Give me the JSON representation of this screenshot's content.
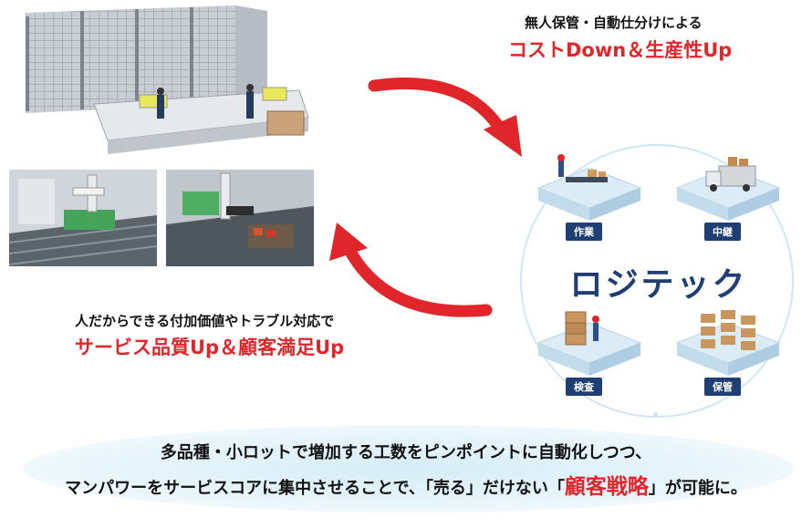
{
  "top_caption": {
    "line1": "無人保管・自動仕分けによる",
    "line2": "コストDown＆生産性Up"
  },
  "left_caption": {
    "line1": "人だからできる付加価値やトラブル対応で",
    "line2": "サービス品質Up＆顧客満足Up"
  },
  "center_label": "ロジテック",
  "tiles": [
    {
      "label": "作業",
      "icon": "conveyor-worker-icon"
    },
    {
      "label": "中継",
      "icon": "delivery-truck-icon"
    },
    {
      "label": "検査",
      "icon": "inspection-boxes-icon"
    },
    {
      "label": "保管",
      "icon": "storage-racks-icon"
    }
  ],
  "bottom": {
    "line1": "多品種・小ロットで増加する工数をピンポイントに自動化しつつ、",
    "line2_pre": "マンパワーをサービスコアに集中させることで、「売る」だけない「",
    "line2_em": "顧客戦略",
    "line2_post": "」が可能に。"
  },
  "colors": {
    "accent_red": "#e0262b",
    "navy": "#1f3f74",
    "light_blue": "#d6edf8"
  }
}
